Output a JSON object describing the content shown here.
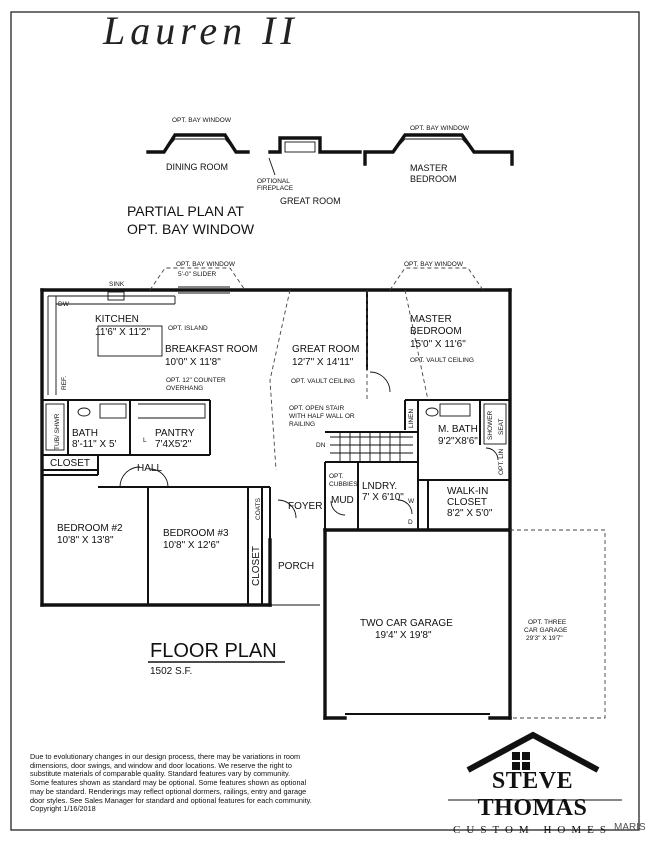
{
  "title": "Lauren II",
  "partial": {
    "heading_line1": "PARTIAL PLAN AT",
    "heading_line2": "OPT. BAY WINDOW",
    "bay_window_left": "OPT. BAY WINDOW",
    "bay_window_right": "OPT. BAY WINDOW",
    "dining_room": "DINING ROOM",
    "optional_fireplace_line1": "OPTIONAL",
    "optional_fireplace_line2": "FIREPLACE",
    "great_room": "GREAT ROOM",
    "master_line1": "MASTER",
    "master_line2": "BEDROOM"
  },
  "plan": {
    "opt_bay_window_top": "OPT. BAY WINDOW",
    "slider": "5'-0\" SLIDER",
    "opt_bay_window_master": "OPT. BAY WINDOW",
    "sink": "SINK",
    "dw": "DW",
    "ref": "REF.",
    "kitchen_name": "KITCHEN",
    "kitchen_dim": "11'6\" X 11'2\"",
    "opt_island": "OPT. ISLAND",
    "breakfast_name": "BREAKFAST ROOM",
    "breakfast_dim": "10'0\" X 11'8\"",
    "opt_counter_line1": "OPT. 12\" COUNTER",
    "opt_counter_line2": "OVERHANG",
    "great_room_name": "GREAT ROOM",
    "great_room_dim": "12'7\" X 14'11\"",
    "opt_vault_ceiling": "OPT. VAULT CEILING",
    "master_name_line1": "MASTER",
    "master_name_line2": "BEDROOM",
    "master_dim": "15'0\" X 11'6\"",
    "master_vault": "OPT. VAULT CEILING",
    "opt_stair_line1": "OPT. OPEN STAIR",
    "opt_stair_line2": "WITH HALF WALL OR",
    "opt_stair_line3": "RAILING",
    "dn": "DN",
    "linen": "LINEN",
    "tub_shwr": "TUB/ SHWR",
    "bath_name": "BATH",
    "bath_dim": "8'-11\" X 5'",
    "l": "L",
    "pantry_name": "PANTRY",
    "pantry_dim": "7'4X5'2\"",
    "closet_hall": "CLOSET",
    "hall": "HALL",
    "m_bath_name": "M. BATH",
    "m_bath_dim": "9'2\"X8'6\"",
    "shower": "SHOWER",
    "seat": "SEAT",
    "opt_lin": "OPT. LIN",
    "opt_cubbies_line1": "OPT.",
    "opt_cubbies_line2": "CUBBIES",
    "mud": "MUD",
    "laundry_name": "LNDRY.",
    "laundry_dim": "7' X 6'10\"",
    "w": "W",
    "d": "D",
    "walk_in_line1": "WALK-IN",
    "walk_in_line2": "CLOSET",
    "walk_in_dim": "8'2\" X 5'0\"",
    "coats": "COATS",
    "foyer": "FOYER",
    "bedroom2_name": "BEDROOM #2",
    "bedroom2_dim": "10'8\" X 13'8\"",
    "bedroom3_name": "BEDROOM #3",
    "bedroom3_dim": "10'8\" X 12'6\"",
    "closet_b3": "CLOSET",
    "porch": "PORCH",
    "garage_name": "TWO CAR GARAGE",
    "garage_dim": "19'4\" X 19'8\"",
    "opt_three_line1": "OPT. THREE",
    "opt_three_line2": "CAR GARAGE",
    "opt_three_dim": "29'3\" X 19'7\""
  },
  "floor_plan_label": "FLOOR PLAN",
  "square_feet": "1502 S.F.",
  "disclaimer": {
    "line1": "Due to evolutionary changes in our design process, there may be variations in room",
    "line2": "dimensions, door swings, and window and door locations. We reserve the right to",
    "line3": "substitute materials of comparable quality.  Standard features vary by community.",
    "line4": "Some features shown as standard may be optional.  Some features shown as optional",
    "line5": "may be standard.  Renderings may reflect optional dormers, railings, entry and garage",
    "line6": "door styles.  See Sales Manager for standard and optional features for each community.",
    "line7": "Copyright  1/16/2018"
  },
  "logo": {
    "name": "STEVE THOMAS",
    "subtitle": "CUSTOM HOMES"
  },
  "watermark": "MARIS"
}
